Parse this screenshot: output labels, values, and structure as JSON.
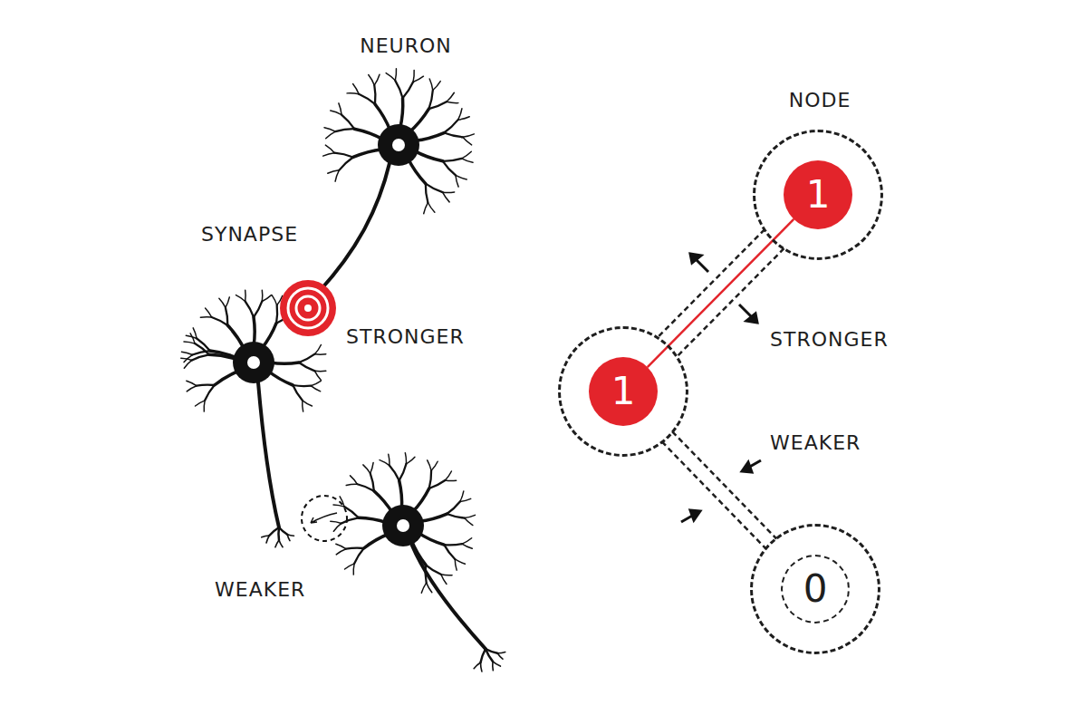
{
  "diagram": {
    "nodes": [
      {
        "text": [
          "1"
        ]
      },
      {
        "text": [
          "1"
        ]
      },
      {
        "text": [
          "0"
        ]
      }
    ],
    "edges": [
      {
        "from": 0,
        "to": 1,
        "arrow": "none"
      },
      {
        "from": 1,
        "to": 2,
        "arrow": "none"
      }
    ],
    "labels": [
      "NEURON",
      "SYNAPSE",
      "STRONGER",
      "WEAKER",
      "NODE",
      "STRONGER",
      "WEAKER"
    ]
  }
}
